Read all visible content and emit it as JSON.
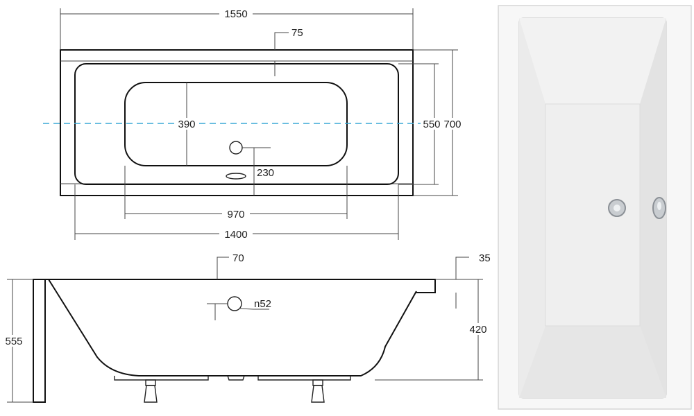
{
  "top_view": {
    "dim_total_length": "1550",
    "dim_rim": "75",
    "dim_inner_depth": "390",
    "dim_inner_width": "550",
    "dim_total_width": "700",
    "dim_drain_offset": "230",
    "dim_inner_bottom_length": "970",
    "dim_inner_length": "1400"
  },
  "side_view": {
    "dim_rim_top": "70",
    "dim_rim_edge": "35",
    "dim_overflow": "n52",
    "dim_total_height": "555",
    "dim_inner_height": "420"
  },
  "colors": {
    "line": "#222222",
    "centerline": "#3aa9d6",
    "tub_fill": "#ffffff",
    "photo_bg": "#f4f4f4",
    "chrome": "#b8bcc0"
  },
  "icons": {
    "drain": "drain-icon",
    "overflow": "overflow-icon"
  }
}
